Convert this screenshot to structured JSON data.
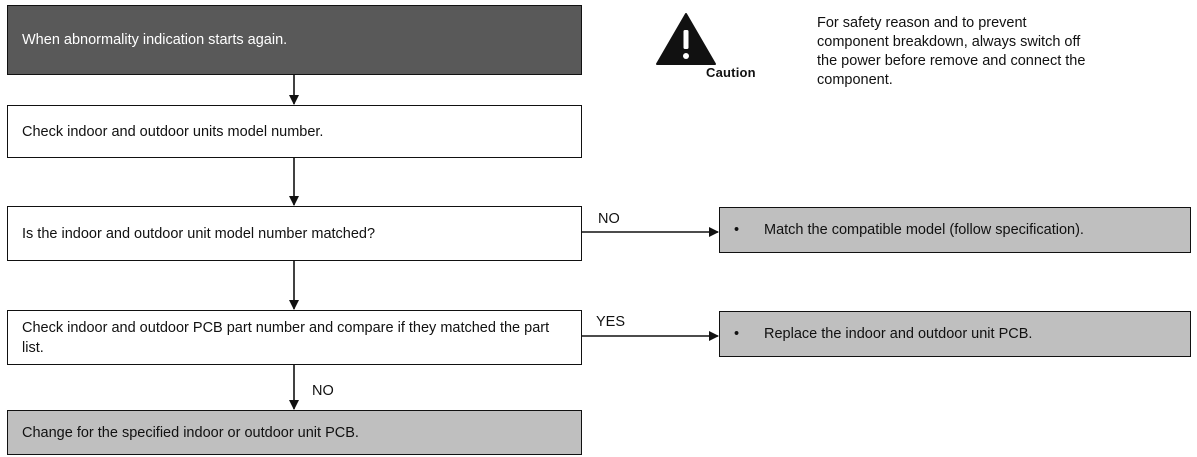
{
  "caution": {
    "word": "Caution",
    "text": "For safety reason and to prevent component breakdown, always switch off the power before remove and connect the component."
  },
  "flow": {
    "start": "When abnormality indication starts again.",
    "check_model": "Check indoor and outdoor units model number.",
    "question_model": "Is the indoor and outdoor unit model number matched?",
    "check_pcb": "Check indoor and outdoor PCB part number and compare if they matched the part list.",
    "change_pcb": "Change for the specified indoor or outdoor unit PCB."
  },
  "labels": {
    "no_model": "NO",
    "yes_pcb": "YES",
    "no_pcb": "NO"
  },
  "actions": {
    "bullet": "•",
    "match_model": "Match the compatible model (follow specification).",
    "replace_pcb": "Replace the indoor and outdoor unit PCB."
  },
  "colors": {
    "start_fill": "#595959",
    "action_fill": "#bfbfbf",
    "line": "#111111"
  }
}
